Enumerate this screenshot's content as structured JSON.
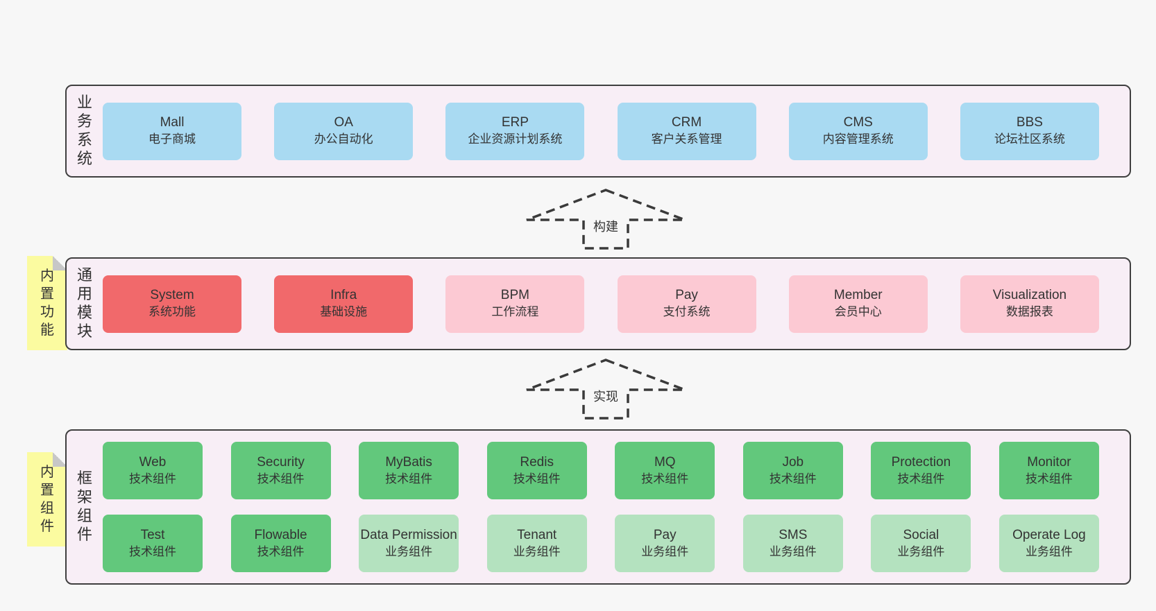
{
  "colors": {
    "page_bg": "#f7f7f7",
    "layer_bg": "#f8eef6",
    "layer_border": "#3f3f3f",
    "sticky_yellow": "#fbfba0",
    "fold_gray": "#c7c7c7",
    "text": "#333333",
    "blue": "#a9daf2",
    "red": "#f1696b",
    "pink": "#fcc9d3",
    "green": "#62c87c",
    "light_green": "#b4e2bf"
  },
  "layers": [
    {
      "label": "业务系统",
      "sticky": null,
      "rows": [
        [
          {
            "title": "Mall",
            "subtitle": "电子商城",
            "color": "blue"
          },
          {
            "title": "OA",
            "subtitle": "办公自动化",
            "color": "blue"
          },
          {
            "title": "ERP",
            "subtitle": "企业资源计划系统",
            "color": "blue"
          },
          {
            "title": "CRM",
            "subtitle": "客户关系管理",
            "color": "blue"
          },
          {
            "title": "CMS",
            "subtitle": "内容管理系统",
            "color": "blue"
          },
          {
            "title": "BBS",
            "subtitle": "论坛社区系统",
            "color": "blue"
          }
        ]
      ]
    },
    {
      "label": "通用模块",
      "sticky": "内置功能",
      "rows": [
        [
          {
            "title": "System",
            "subtitle": "系统功能",
            "color": "red"
          },
          {
            "title": "Infra",
            "subtitle": "基础设施",
            "color": "red"
          },
          {
            "title": "BPM",
            "subtitle": "工作流程",
            "color": "pink"
          },
          {
            "title": "Pay",
            "subtitle": "支付系统",
            "color": "pink"
          },
          {
            "title": "Member",
            "subtitle": "会员中心",
            "color": "pink"
          },
          {
            "title": "Visualization",
            "subtitle": "数据报表",
            "color": "pink"
          }
        ]
      ]
    },
    {
      "label": "框架组件",
      "sticky": "内置组件",
      "rows": [
        [
          {
            "title": "Web",
            "subtitle": "技术组件",
            "color": "green"
          },
          {
            "title": "Security",
            "subtitle": "技术组件",
            "color": "green"
          },
          {
            "title": "MyBatis",
            "subtitle": "技术组件",
            "color": "green"
          },
          {
            "title": "Redis",
            "subtitle": "技术组件",
            "color": "green"
          },
          {
            "title": "MQ",
            "subtitle": "技术组件",
            "color": "green"
          },
          {
            "title": "Job",
            "subtitle": "技术组件",
            "color": "green"
          },
          {
            "title": "Protection",
            "subtitle": "技术组件",
            "color": "green"
          },
          {
            "title": "Monitor",
            "subtitle": "技术组件",
            "color": "green"
          }
        ],
        [
          {
            "title": "Test",
            "subtitle": "技术组件",
            "color": "green"
          },
          {
            "title": "Flowable",
            "subtitle": "技术组件",
            "color": "green"
          },
          {
            "title": "Data Permission",
            "subtitle": "业务组件",
            "color": "light_green"
          },
          {
            "title": "Tenant",
            "subtitle": "业务组件",
            "color": "light_green"
          },
          {
            "title": "Pay",
            "subtitle": "业务组件",
            "color": "light_green"
          },
          {
            "title": "SMS",
            "subtitle": "业务组件",
            "color": "light_green"
          },
          {
            "title": "Social",
            "subtitle": "业务组件",
            "color": "light_green"
          },
          {
            "title": "Operate Log",
            "subtitle": "业务组件",
            "color": "light_green"
          }
        ]
      ]
    }
  ],
  "arrows": [
    {
      "label": "构建"
    },
    {
      "label": "实现"
    }
  ]
}
